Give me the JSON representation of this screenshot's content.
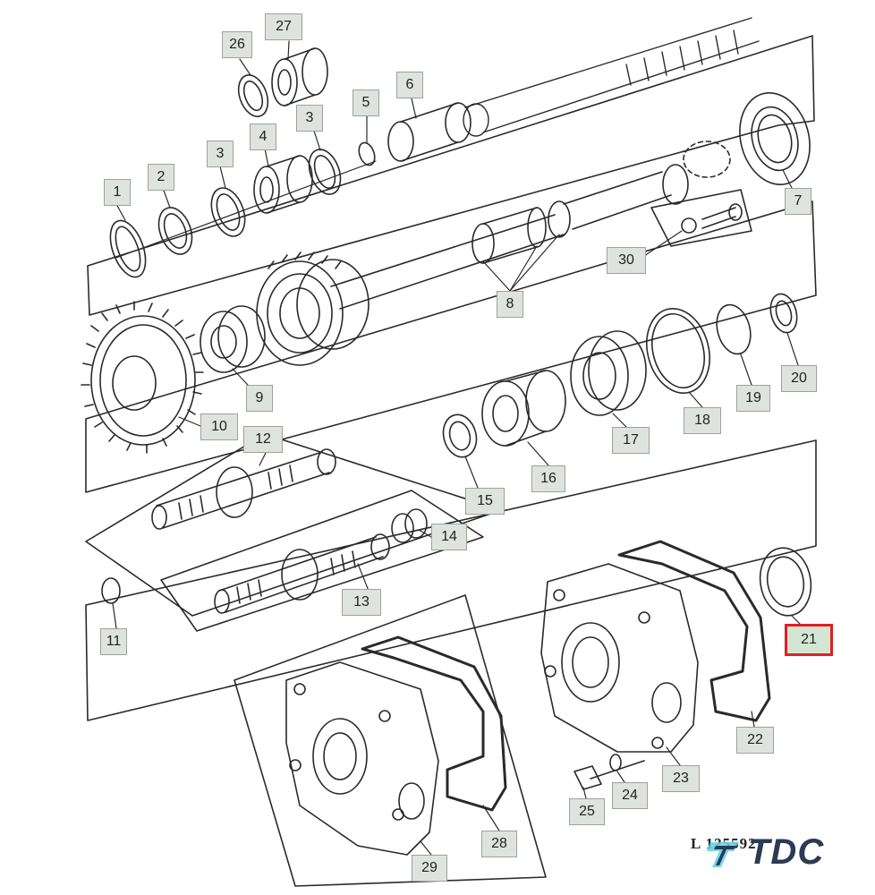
{
  "diagram": {
    "callouts": [
      {
        "id": "1",
        "label": "1"
      },
      {
        "id": "2",
        "label": "2"
      },
      {
        "id": "3a",
        "label": "3"
      },
      {
        "id": "3b",
        "label": "3"
      },
      {
        "id": "4",
        "label": "4"
      },
      {
        "id": "5",
        "label": "5"
      },
      {
        "id": "6",
        "label": "6"
      },
      {
        "id": "7",
        "label": "7"
      },
      {
        "id": "8",
        "label": "8"
      },
      {
        "id": "9",
        "label": "9"
      },
      {
        "id": "10",
        "label": "10"
      },
      {
        "id": "11",
        "label": "11"
      },
      {
        "id": "12",
        "label": "12"
      },
      {
        "id": "13",
        "label": "13"
      },
      {
        "id": "14",
        "label": "14"
      },
      {
        "id": "15",
        "label": "15"
      },
      {
        "id": "16",
        "label": "16"
      },
      {
        "id": "17",
        "label": "17"
      },
      {
        "id": "18",
        "label": "18"
      },
      {
        "id": "19",
        "label": "19"
      },
      {
        "id": "20",
        "label": "20"
      },
      {
        "id": "21",
        "label": "21",
        "selected": true
      },
      {
        "id": "22",
        "label": "22"
      },
      {
        "id": "23",
        "label": "23"
      },
      {
        "id": "24",
        "label": "24"
      },
      {
        "id": "25",
        "label": "25"
      },
      {
        "id": "26",
        "label": "26"
      },
      {
        "id": "27",
        "label": "27"
      },
      {
        "id": "28",
        "label": "28"
      },
      {
        "id": "29",
        "label": "29"
      },
      {
        "id": "30",
        "label": "30"
      }
    ],
    "drawing_code": "L 125592",
    "watermark": {
      "text": "TDC",
      "icon": "tdc-logo-icon"
    },
    "colors": {
      "line": "#2a2a2a",
      "callout_fill": "#dfe3df",
      "callout_border": "#9aa39a",
      "selected_border": "#e02020",
      "logo": "#2a3b52",
      "logo_accent": "#5fd0e6"
    }
  }
}
